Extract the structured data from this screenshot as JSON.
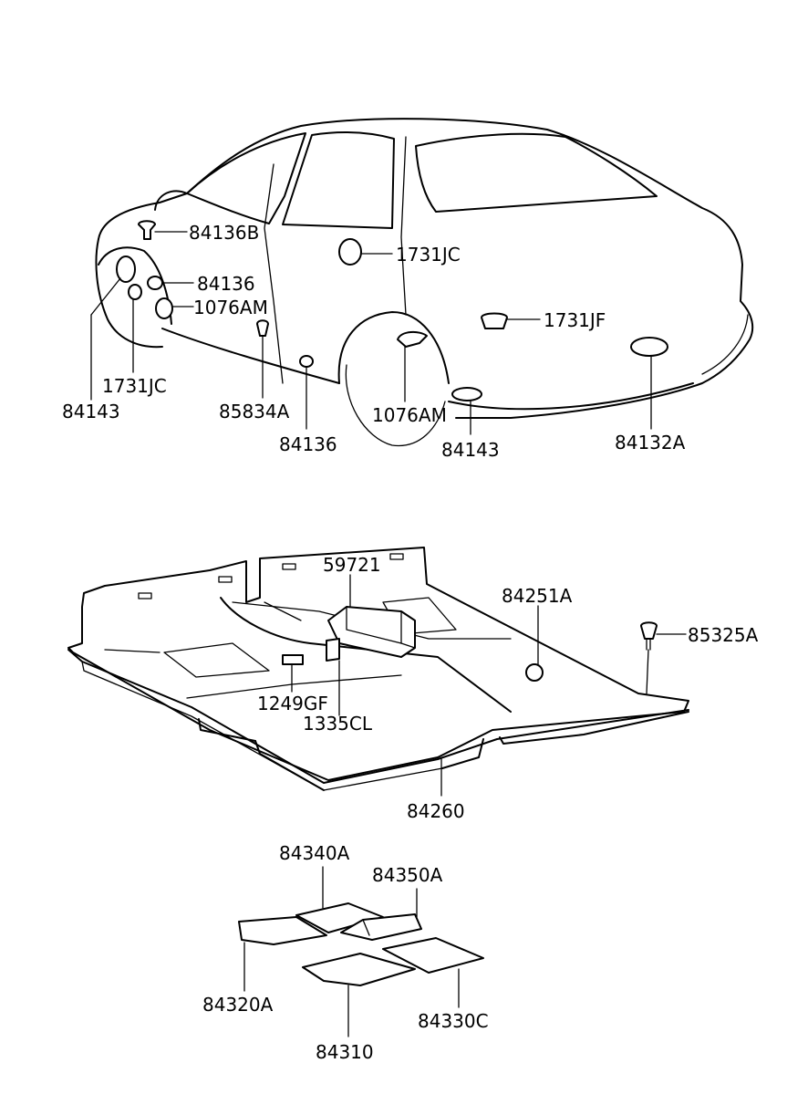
{
  "labels": {
    "p84136B": "84136B",
    "p1731JC_top": "1731JC",
    "p84136_a": "84136",
    "p1076AM_a": "1076AM",
    "p1731JF": "1731JF",
    "p1731JC_b": "1731JC",
    "p84143_a": "84143",
    "p85834A": "85834A",
    "p84136_b": "84136",
    "p1076AM_b": "1076AM",
    "p84143_b": "84143",
    "p84132A": "84132A",
    "p59721": "59721",
    "p84251A": "84251A",
    "p85325A": "85325A",
    "p1249GF": "1249GF",
    "p1335CL": "1335CL",
    "p84260": "84260",
    "p84340A": "84340A",
    "p84350A": "84350A",
    "p84320A": "84320A",
    "p84330C": "84330C",
    "p84310": "84310"
  }
}
